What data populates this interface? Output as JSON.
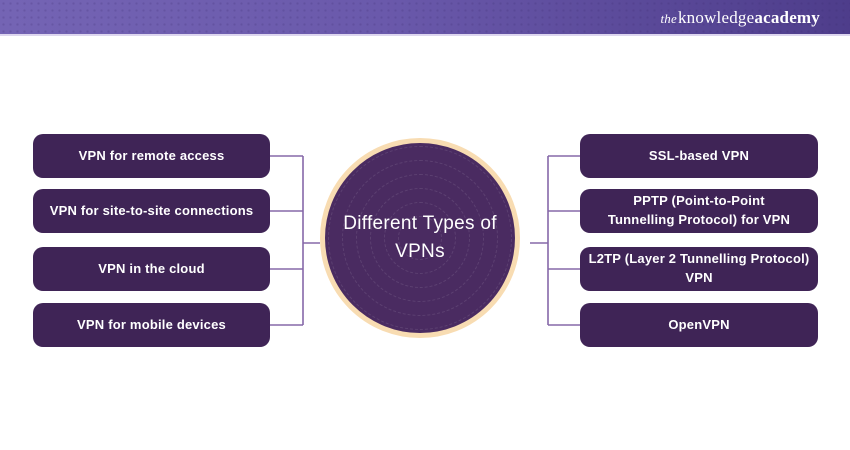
{
  "header": {
    "logo_the": "the",
    "logo_knowledge": "knowledge",
    "logo_academy": "academy"
  },
  "diagram": {
    "center_title": "Different Types of\nVPNs",
    "left_items": [
      "VPN for remote access",
      "VPN for site-to-site connections",
      "VPN in the cloud",
      "VPN for mobile devices"
    ],
    "right_items": [
      "SSL-based VPN",
      "PPTP (Point-to-Point\nTunnelling Protocol) for VPN",
      "L2TP (Layer 2 Tunnelling Protocol)\nVPN",
      "OpenVPN"
    ],
    "colors": {
      "header_bg_left": "#7464b4",
      "header_bg_right": "#4e3d8b",
      "box_bg": "#3f2456",
      "circle_bg": "#4a2b61",
      "circle_border": "#f8dcb2",
      "connector_line": "#8568a8",
      "text": "#ffffff"
    }
  }
}
